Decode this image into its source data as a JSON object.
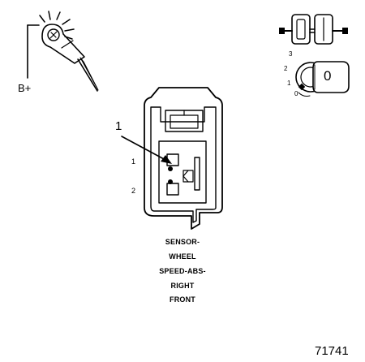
{
  "labels": {
    "supply": "B+",
    "callout": "1",
    "pin_1": "1",
    "pin_2": "2",
    "figure_number": "71741"
  },
  "ignition_key": {
    "positions": [
      "3",
      "2",
      "1",
      "0"
    ],
    "current": "0"
  },
  "caption": [
    "SENSOR-",
    "WHEEL",
    "SPEED-ABS-",
    "RIGHT",
    "FRONT"
  ],
  "icons": [
    "test-lamp-icon",
    "fuse-icon",
    "ignition-key-icon",
    "connector-face-icon"
  ],
  "colors": {
    "ink": "#000000",
    "background": "#ffffff"
  }
}
